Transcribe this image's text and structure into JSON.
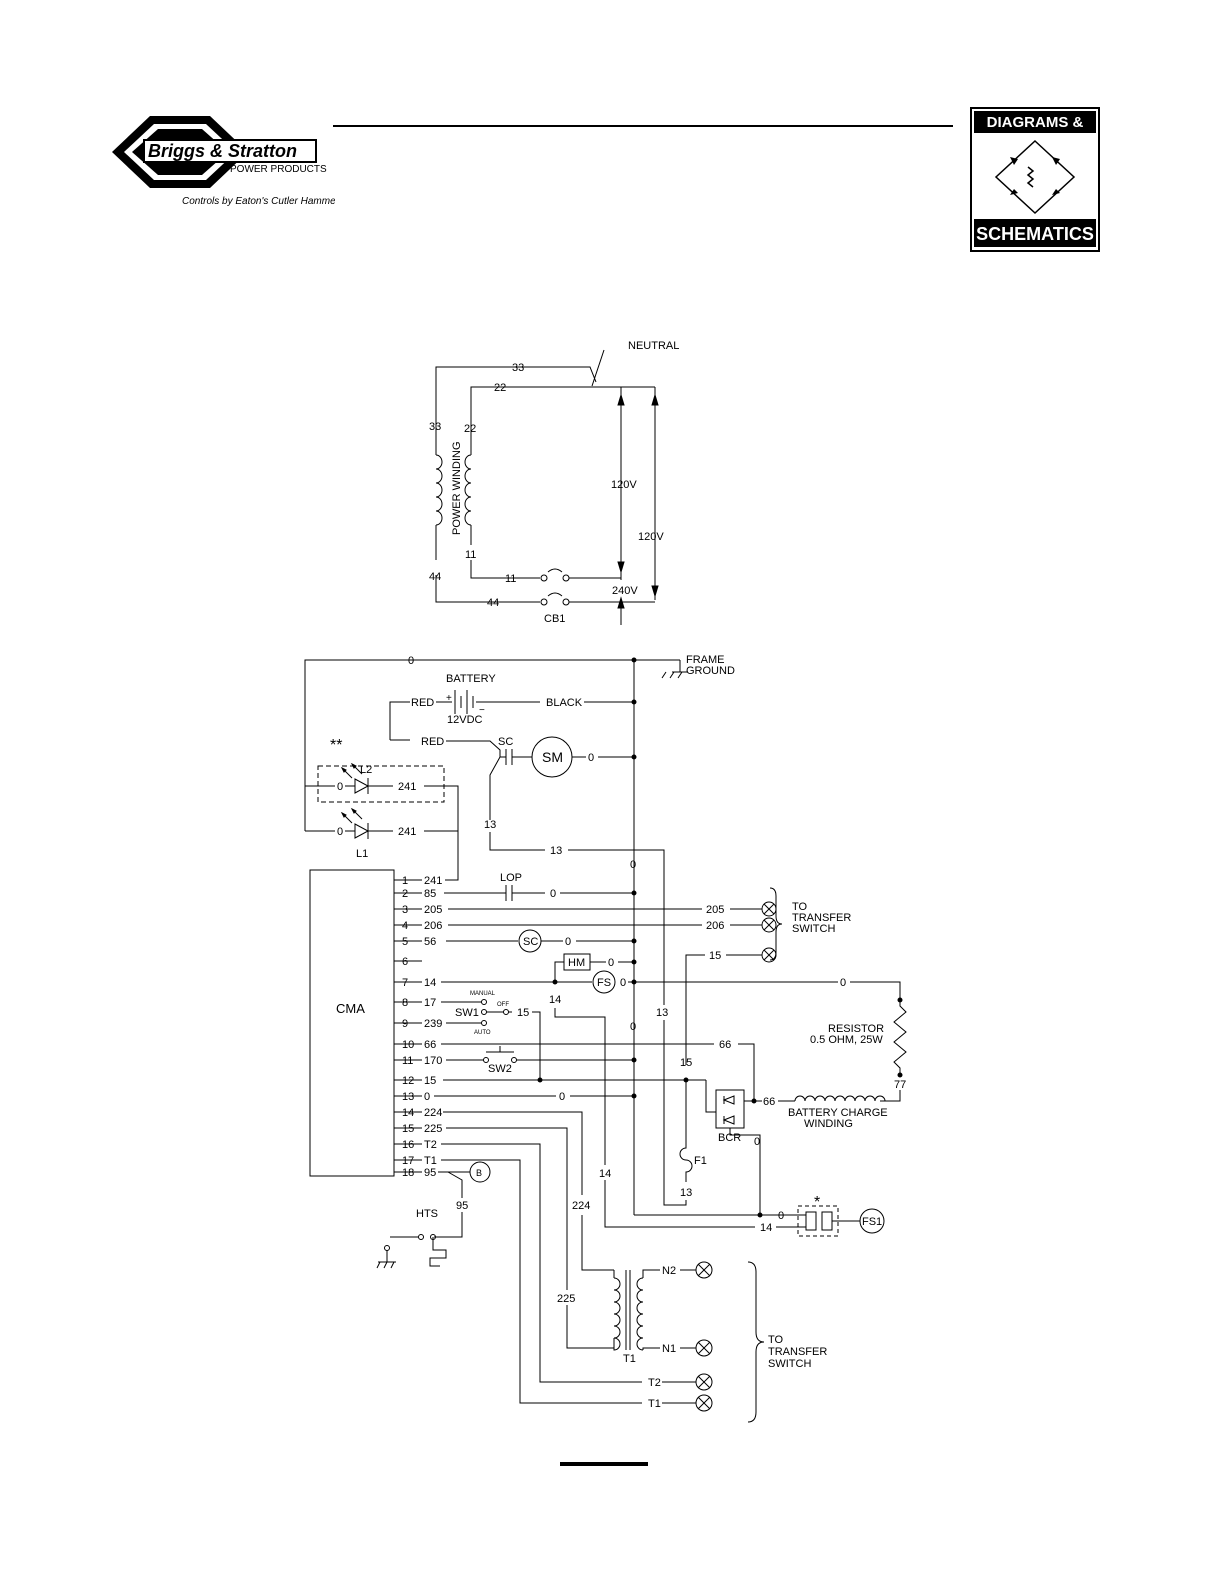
{
  "header": {
    "brand_line1": "Briggs & Stratton",
    "brand_line2": "POWER PRODUCTS",
    "tagline": "Controls by Eaton's Cutler Hammer",
    "badge_top": "DIAGRAMS &",
    "badge_bottom": "SCHEMATICS"
  },
  "labels": {
    "neutral": "NEUTRAL",
    "power_winding": "POWER WINDING",
    "v120_a": "120V",
    "v120_b": "120V",
    "v240": "240V",
    "cb1": "CB1",
    "frame_ground_1": "FRAME",
    "frame_ground_2": "GROUND",
    "battery": "BATTERY",
    "battery_v": "12VDC",
    "red": "RED",
    "red2": "RED",
    "black": "BLACK",
    "sc": "SC",
    "sm": "SM",
    "double_star": "**",
    "l1": "L1",
    "l2": "L2",
    "lop": "LOP",
    "to_ts_1": "TO",
    "to_ts_2": "TRANSFER",
    "to_ts_3": "SWITCH",
    "sc_coil": "SC",
    "hm": "HM",
    "fs": "FS",
    "cma": "CMA",
    "manual": "MANUAL",
    "off": "OFF",
    "auto": "AUTO",
    "sw1": "SW1",
    "sw2": "SW2",
    "resistor_1": "RESISTOR",
    "resistor_2": "0.5 OHM, 25W",
    "bcw_1": "BATTERY CHARGE",
    "bcw_2": "WINDING",
    "bcr": "BCR",
    "f1": "F1",
    "fs1": "FS1",
    "star": "*",
    "hts": "HTS",
    "b": "B",
    "t1_xfmr": "T1",
    "n2": "N2",
    "n1": "N1",
    "t2_out": "T2",
    "t1_out": "T1",
    "to_ts2_1": "TO",
    "to_ts2_2": "TRANSFER",
    "to_ts2_3": "SWITCH"
  },
  "wires": {
    "w33_top": "33",
    "w22_top": "22",
    "w33_side": "33",
    "w22_side": "22",
    "w11_side": "11",
    "w44_side": "44",
    "w11_bot": "11",
    "w44_bot": "44",
    "w0_ground": "0",
    "w0_sm": "0",
    "w0_l2": "0",
    "w241_l2": "241",
    "w0_l1": "0",
    "w241_l1": "241",
    "w13_v": "13",
    "w13_h": "13",
    "w0_vert": "0",
    "w0_lop": "0",
    "w205_r": "205",
    "w206_r": "206",
    "w0_sc": "0",
    "w15_r": "15",
    "w0_hm": "0",
    "w0_fs": "0",
    "w0_res": "0",
    "w14_hm": "14",
    "w15_sw1": "15",
    "w0_mid": "0",
    "w13_mid": "13",
    "w66_r": "66",
    "w15_mid": "15",
    "w77": "77",
    "w0_t13": "0",
    "w66_bcr": "66",
    "w0_bcr": "0",
    "w14_low": "14",
    "w13_f1": "13",
    "w0_fs1": "0",
    "w14_fs1": "14",
    "w224_low": "224",
    "w225_low": "225",
    "w95": "95"
  },
  "cma_terminals": [
    {
      "num": "1",
      "wire": "241"
    },
    {
      "num": "2",
      "wire": "85"
    },
    {
      "num": "3",
      "wire": "205"
    },
    {
      "num": "4",
      "wire": "206"
    },
    {
      "num": "5",
      "wire": "56"
    },
    {
      "num": "6",
      "wire": ""
    },
    {
      "num": "7",
      "wire": "14"
    },
    {
      "num": "8",
      "wire": "17"
    },
    {
      "num": "9",
      "wire": "239"
    },
    {
      "num": "10",
      "wire": "66"
    },
    {
      "num": "11",
      "wire": "170"
    },
    {
      "num": "12",
      "wire": "15"
    },
    {
      "num": "13",
      "wire": "0"
    },
    {
      "num": "14",
      "wire": "224"
    },
    {
      "num": "15",
      "wire": "225"
    },
    {
      "num": "16",
      "wire": "T2"
    },
    {
      "num": "17",
      "wire": "T1"
    },
    {
      "num": "18",
      "wire": "95"
    }
  ]
}
